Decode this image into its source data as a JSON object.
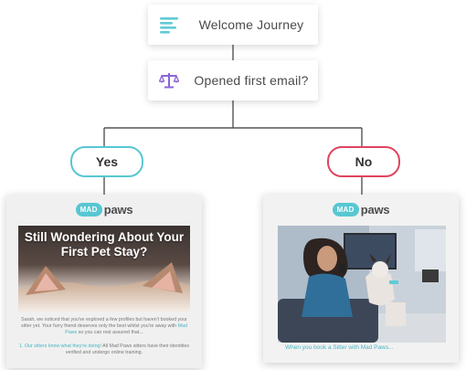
{
  "colors": {
    "accent_teal": "#57c7d2",
    "accent_red": "#e0445e",
    "icon_teal": "#5fcbd5",
    "icon_purple": "#8b64d8"
  },
  "flow": {
    "start_node": {
      "label": "Welcome Journey",
      "icon": "list-lines-icon"
    },
    "decision_node": {
      "label": "Opened first email?",
      "icon": "scales-icon"
    },
    "branches": {
      "yes_label": "Yes",
      "no_label": "No"
    }
  },
  "email_yes": {
    "logo_badge": "MAD",
    "logo_word": "paws",
    "hero_title_line1": "Still Wondering About Your",
    "hero_title_line2": "First Pet Stay?",
    "body_p1": "Sarah, we noticed that you've explored a few profiles but haven't booked your sitter yet. Your furry friend deserves only the best whilst you're away with",
    "body_p1_link": "Mad Paws",
    "body_p1_end": "so you can rest assured that...",
    "footer_num": "1.",
    "footer_link": "Our sitters know what they're doing!",
    "footer_text": "All Mad Paws sitters have their identities verified and undergo online training."
  },
  "email_no": {
    "logo_badge": "MAD",
    "logo_word": "paws",
    "caption": "When you book a Sitter with Mad Paws..."
  }
}
